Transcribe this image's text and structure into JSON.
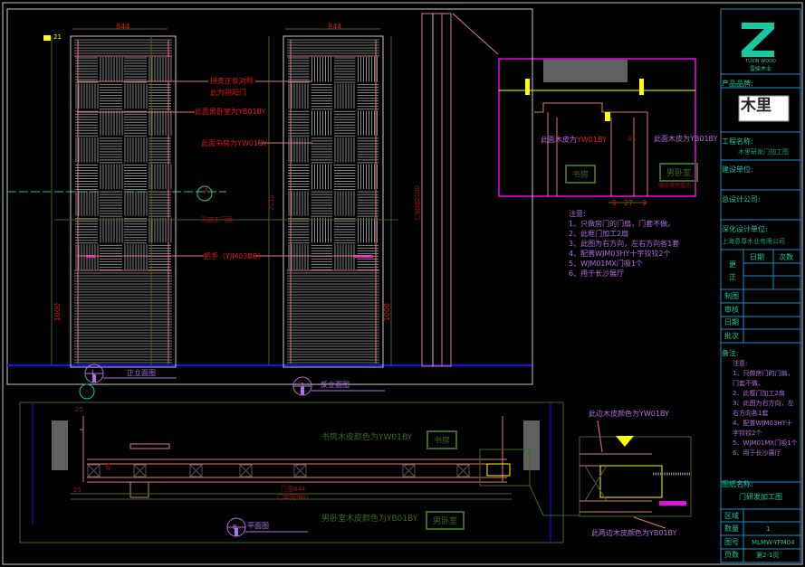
{
  "colors": {
    "background": "#000000",
    "frame": "#c8c8c8",
    "title_block_line": "#1890c8",
    "title_text": "#18c8a0",
    "annotation_red": "#e01818",
    "note_purple": "#b070e0",
    "room_green": "#3c6a1c",
    "pink": "#e07878",
    "magenta": "#e010e0",
    "ground_blue": "#1010ff",
    "highlight_yellow": "#ffff00"
  },
  "elevation": {
    "width_dim_left": "844",
    "width_dim_right": "844",
    "tag": "21",
    "label_veneer_symmetric": "拼皮正反对称",
    "label_double_door": "此为阴阳门",
    "label_master_bedroom": "此面男卧室为YB01BY",
    "label_study": "此面书房为YW01BY",
    "label_hole": "孔加工门面",
    "label_handle": "把手（YJM03BB）",
    "dim_1000_left": "1000",
    "dim_1000_right": "1000",
    "dim_height": "2115",
    "dim_section": "门套高2100",
    "front_view": {
      "number": "1",
      "title": "正立面图"
    },
    "back_view": {
      "number": "1",
      "title": "反立面图"
    },
    "section_marker": "A"
  },
  "section_detail": {
    "left_label_prefix": "此面木皮为",
    "left_label_code": "YW01BY",
    "right_label_prefix": "此面木皮为",
    "right_label_code": "YB01BY",
    "room_left": "书房",
    "room_right": "男卧室",
    "fill_note": "缝隙发泡填充",
    "dims": [
      "9",
      "27",
      "9"
    ],
    "dim_45": "45"
  },
  "notes": {
    "heading": "注意:",
    "items": [
      "1、只做房门的门扇，门套不做。",
      "2、此框门加工2扇",
      "3、此图为右方向，左右方向各1套",
      "4、配普WJM03HY十字铰铰2个",
      "5、WJM01MX门吸1个",
      "6、用于长沙展厅"
    ]
  },
  "plan": {
    "study_veneer": "书房木皮颜色为YW01BY",
    "bedroom_veneer": "男卧室木皮颜色为YB01BY",
    "room_study": "书房",
    "room_bedroom": "男卧室",
    "door_width": "门宽844",
    "frame_width": "门套宽900",
    "dim_25": "25",
    "dim_45": "45",
    "view": {
      "number": "B",
      "title": "平面图"
    }
  },
  "plan_detail": {
    "top_label": "此边木皮颜色为YW01BY",
    "bottom_label": "此两边木皮颜色为YB01BY"
  },
  "title_block": {
    "logo_text_en": "TUXIN WOOD",
    "logo_text_cn": "雷骏木业",
    "brand_label": "产品品牌:",
    "brand_logo": "木里",
    "project_label": "工程名称:",
    "project_value": "木里研发门加工图",
    "client_label": "建设单位:",
    "design_label": "总设计公司:",
    "deep_design_label": "深化设计单位:",
    "deep_design_value": "上海意尊木业有限公司",
    "revision_label": "更正",
    "date_col": "日期",
    "times_col": "次数",
    "rows": [
      "制图",
      "审核",
      "日期",
      "批次"
    ],
    "remarks_label": "备注:",
    "remarks": [
      "注意:",
      "1、只做房门的门扇，门套不做。",
      "2、此框门加工2扇",
      "3、此图为右方向，左右方向各1套",
      "4、配普WJM03HY十字铰铰2个",
      "5、WJM01MX门吸1个",
      "6、用于长沙展厅"
    ],
    "drawing_name_label": "图纸名称:",
    "drawing_name": "门研发加工图",
    "area_label": "区域",
    "qty_label": "数量",
    "qty_value": "1",
    "drawing_no_label": "图号",
    "drawing_no": "MLMW-YFM04",
    "page_label": "页数",
    "page_value": "第2-1页"
  }
}
